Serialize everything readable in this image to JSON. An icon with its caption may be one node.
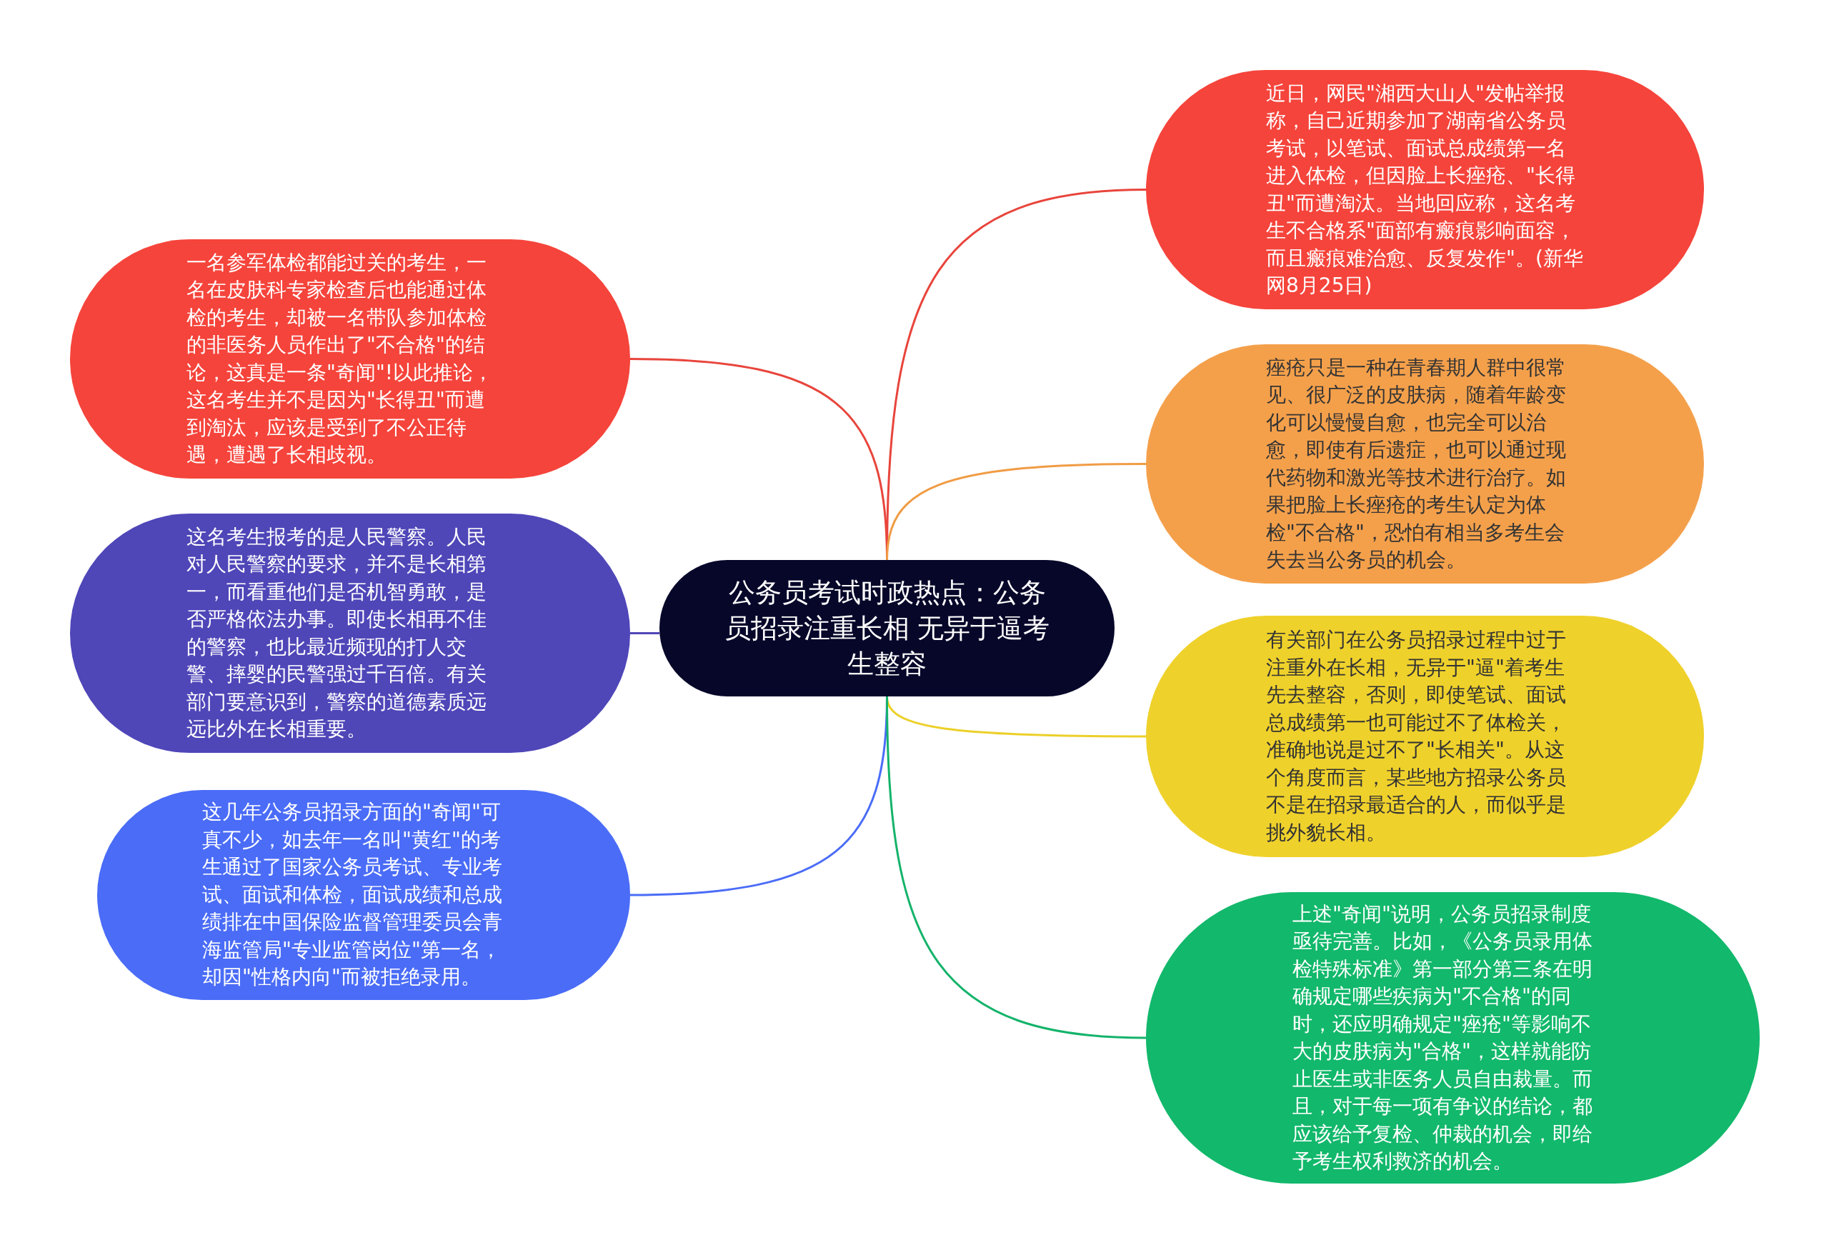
{
  "diagram": {
    "nodes": [
      {
        "text": [
          "公务员考试时政热点：公务员招录注重长相 无异于逼考生整容"
        ]
      },
      {
        "text": [
          "一名参军体检都能过关的考生，一名在皮肤科专家检查后也能通过体检的考生，却被一名带队参加体检的非医务人员作出了\"不合格\"的结论，这真是一条\"奇闻\"!以此推论，这名考生并不是因为\"长得丑\"而遭到淘汰，应该是受到了不公正待遇，遭遇了长相歧视。"
        ]
      },
      {
        "text": [
          "这名考生报考的是人民警察。人民对人民警察的要求，并不是长相第一，而看重他们是否机智勇敢，是否严格依法办事。即使长相再不佳的警察，也比最近频现的打人交警、摔婴的民警强过千百倍。有关部门要意识到，警察的道德素质远远比外在长相重要。"
        ]
      },
      {
        "text": [
          "这几年公务员招录方面的\"奇闻\"可真不少，如去年一名叫\"黄红\"的考生通过了国家公务员考试、专业考试、面试和体检，面试成绩和总成绩排在中国保险监督管理委员会青海监管局\"专业监管岗位\"第一名，却因\"性格内向\"而被拒绝录用。"
        ]
      },
      {
        "text": [
          "近日，网民\"湘西大山人\"发帖举报称，自己近期参加了湖南省公务员考试，以笔试、面试总成绩第一名进入体检，但因脸上长痤疮、\"长得丑\"而遭淘汰。当地回应称，这名考生不合格系\"面部有瘢痕影响面容，而且瘢痕难治愈、反复发作\"。(新华网8月25日)"
        ]
      },
      {
        "text": [
          "痤疮只是一种在青春期人群中很常见、很广泛的皮肤病，随着年龄变化可以慢慢自愈，也完全可以治愈，即使有后遗症，也可以通过现代药物和激光等技术进行治疗。如果把脸上长痤疮的考生认定为体检\"不合格\"，恐怕有相当多考生会失去当公务员的机会。"
        ]
      },
      {
        "text": [
          "有关部门在公务员招录过程中过于注重外在长相，无异于\"逼\"着考生先去整容，否则，即使笔试、面试总成绩第一也可能过不了体检关，准确地说是过不了\"长相关\"。从这个角度而言，某些地方招录公务员不是在招录最适合的人，而似乎是挑外貌长相。"
        ]
      },
      {
        "text": [
          "上述\"奇闻\"说明，公务员招录制度亟待完善。比如，《公务员录用体检特殊标准》第一部分第三条在明确规定哪些疾病为\"不合格\"的同时，还应明确规定\"痤疮\"等影响不大的皮肤病为\"合格\"，这样就能防止医生或非医务人员自由裁量。而且，对于每一项有争议的结论，都应该给予复检、仲裁的机会，即给予考生权利救济的机会。"
        ]
      }
    ],
    "edges": [
      {
        "from": 0,
        "to": 1,
        "arrow": "none",
        "color": "#e8453c"
      },
      {
        "from": 0,
        "to": 2,
        "arrow": "none",
        "color": "#4f46b8"
      },
      {
        "from": 0,
        "to": 3,
        "arrow": "none",
        "color": "#4a6cf7"
      },
      {
        "from": 0,
        "to": 4,
        "arrow": "none",
        "color": "#e8453c"
      },
      {
        "from": 0,
        "to": 5,
        "arrow": "none",
        "color": "#f09c45"
      },
      {
        "from": 0,
        "to": 6,
        "arrow": "none",
        "color": "#ecd02a"
      },
      {
        "from": 0,
        "to": 7,
        "arrow": "none",
        "color": "#14b36a"
      }
    ]
  }
}
